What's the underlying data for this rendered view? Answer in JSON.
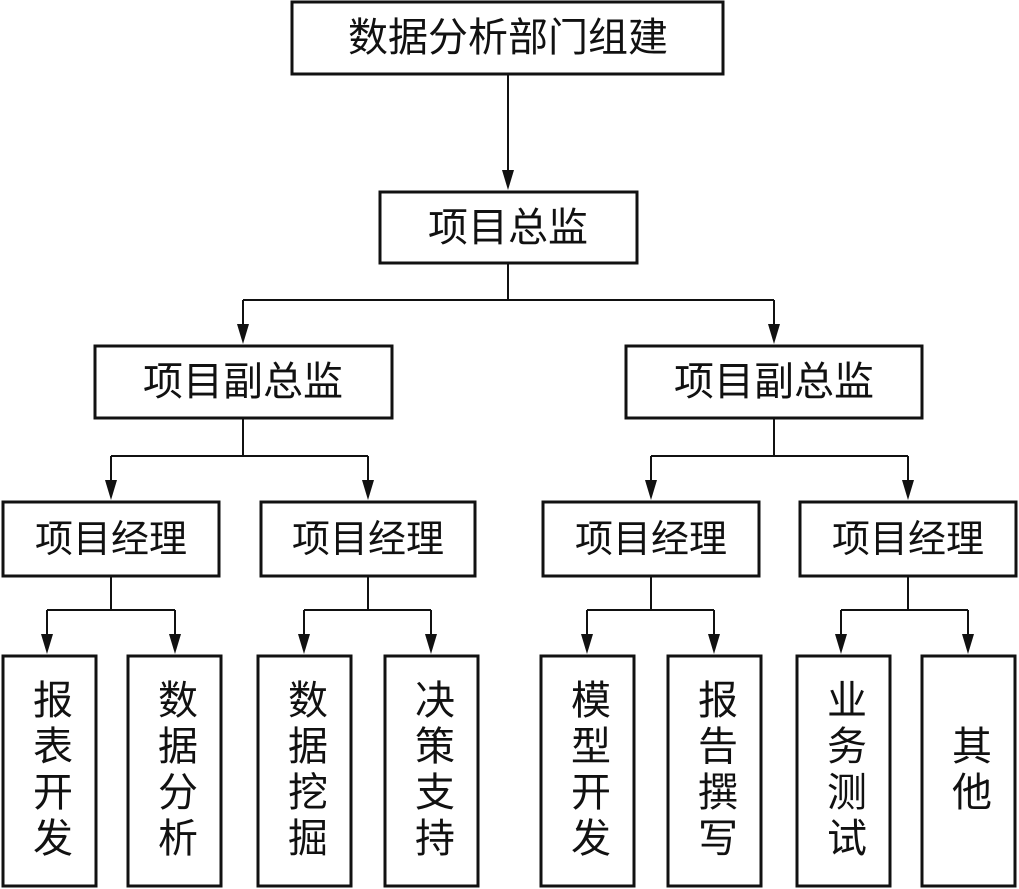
{
  "root": {
    "label": "数据分析部门组建"
  },
  "director": {
    "label": "项目总监"
  },
  "deputies": [
    {
      "label": "项目副总监",
      "managers": [
        {
          "label": "项目经理",
          "tasks": [
            {
              "label": "报表开发"
            },
            {
              "label": "数据分析"
            }
          ]
        },
        {
          "label": "项目经理",
          "tasks": [
            {
              "label": "数据挖掘"
            },
            {
              "label": "决策支持"
            }
          ]
        }
      ]
    },
    {
      "label": "项目副总监",
      "managers": [
        {
          "label": "项目经理",
          "tasks": [
            {
              "label": "模型开发"
            },
            {
              "label": "报告撰写"
            }
          ]
        },
        {
          "label": "项目经理",
          "tasks": [
            {
              "label": "业务测试"
            },
            {
              "label": "其他"
            }
          ]
        }
      ]
    }
  ]
}
